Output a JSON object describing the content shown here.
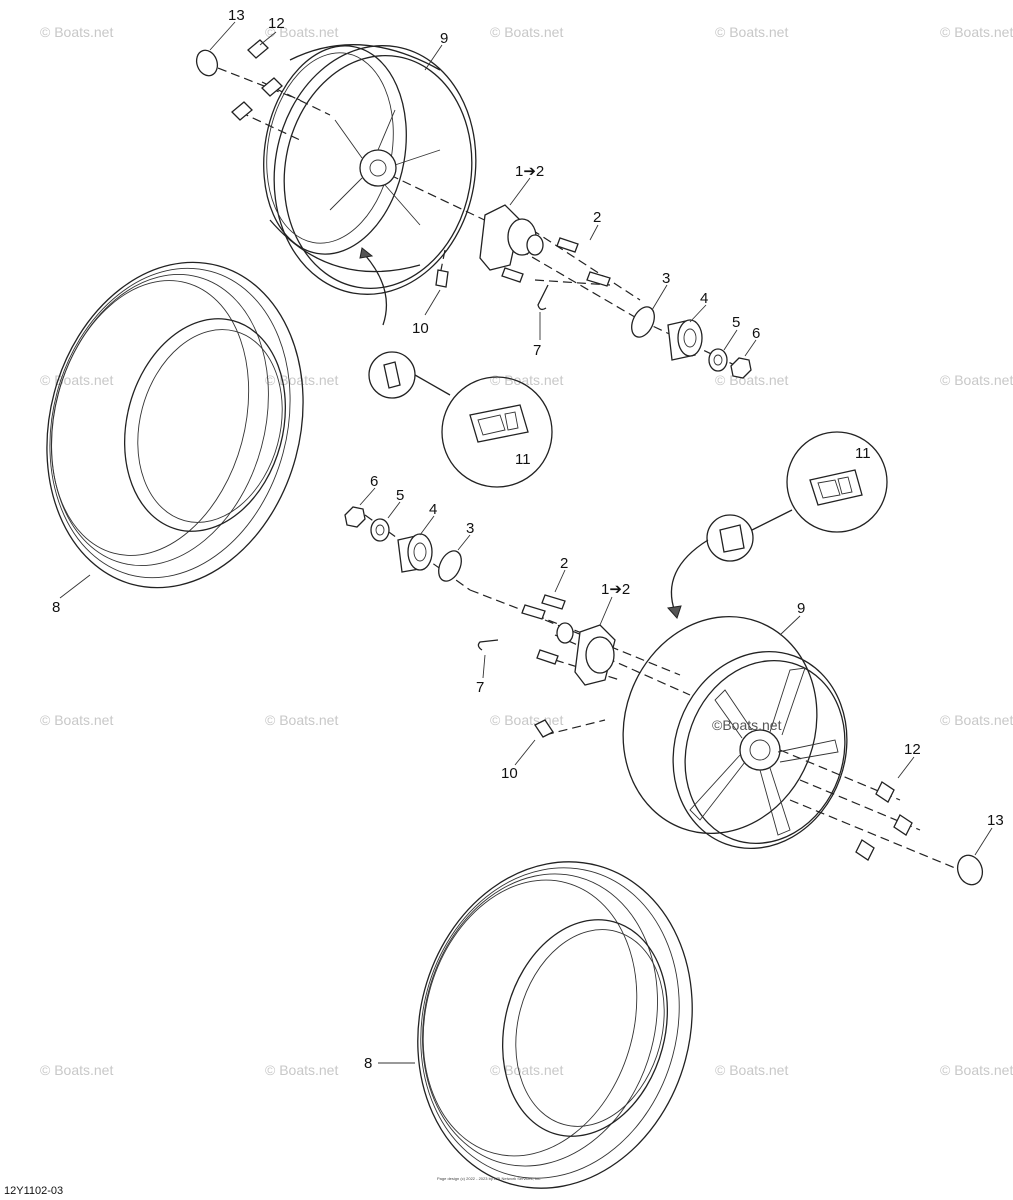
{
  "callouts": {
    "upper_13": "13",
    "upper_12": "12",
    "upper_9": "9",
    "upper_1to2": "1➔2",
    "upper_2": "2",
    "upper_3": "3",
    "upper_4": "4",
    "upper_5": "5",
    "upper_6": "6",
    "upper_10": "10",
    "upper_7": "7",
    "upper_11": "11",
    "left_8": "8",
    "lower_6": "6",
    "lower_5": "5",
    "lower_4": "4",
    "lower_3": "3",
    "lower_2": "2",
    "lower_1to2": "1➔2",
    "lower_7": "7",
    "lower_10": "10",
    "lower_11": "11",
    "lower_9": "9",
    "lower_12": "12",
    "lower_13": "13",
    "bottom_8": "8"
  },
  "watermark": "© Boats.net",
  "wheel_watermark": "©Boats.net",
  "footer_code": "12Y1102-03",
  "footer_copyright": "Page design (c) 2022 - 2023 by ARI Network Services, Inc."
}
